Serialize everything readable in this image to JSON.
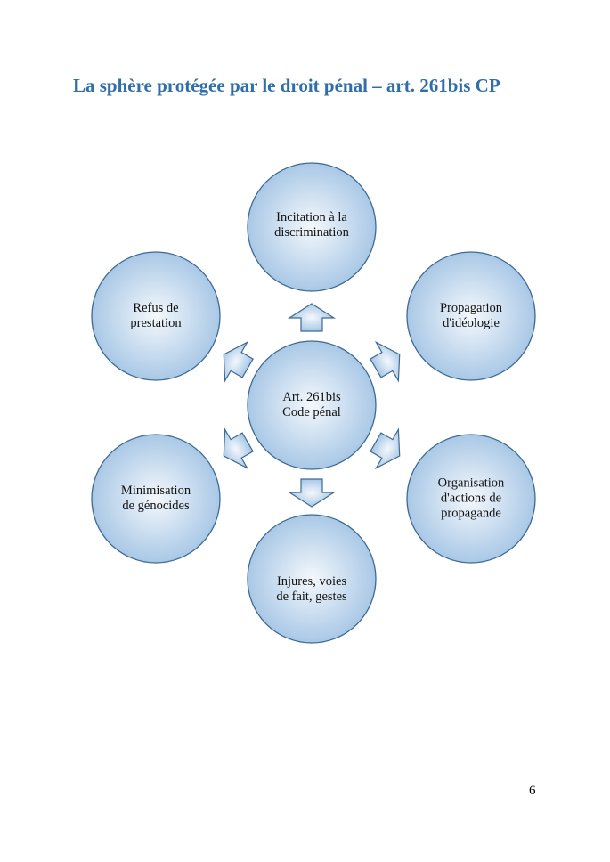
{
  "title": "La sphère protégée par le droit pénal – art. 261bis CP",
  "page_number": "6",
  "colors": {
    "title": "#2f6ea9",
    "stroke": "#3d6a94",
    "fill_edge": "#a9c8e6",
    "fill_center": "#f4f8fc"
  },
  "center": {
    "line1": "Art. 261bis",
    "line2": "Code pénal"
  },
  "nodes": [
    {
      "line1": "Incitation à la",
      "line2": "discrimination"
    },
    {
      "line1": "Propagation",
      "line2": "d'idéologie"
    },
    {
      "line1": "Organisation",
      "line2": "d'actions de",
      "line3": "propagande"
    },
    {
      "line1": "Injures, voies",
      "line2": "de fait, gestes"
    },
    {
      "line1": "Minimisation",
      "line2": "de génocides"
    },
    {
      "line1": "Refus de",
      "line2": "prestation"
    }
  ]
}
